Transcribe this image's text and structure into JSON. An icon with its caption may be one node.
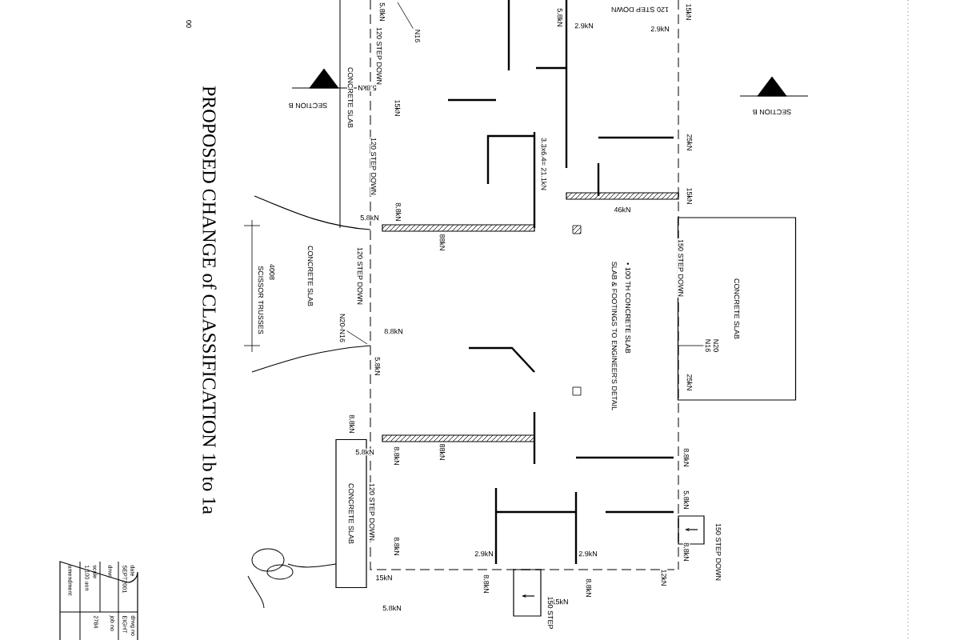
{
  "diagram": {
    "title": "PROPOSED CHANGE of CLASSIFICATION 1b to 1a",
    "nodes": [
      {
        "text": [
          "CONCRETE SLAB"
        ]
      },
      {
        "text": [
          "CONCRETE SLAB"
        ]
      },
      {
        "text": [
          "N20",
          "N16"
        ],
        "in": 0
      },
      {
        "text": [
          "N20-N16"
        ]
      },
      {
        "text": [
          "N16"
        ]
      }
    ],
    "edges": [
      {
        "from": 2,
        "to": 0,
        "arrow": "none"
      },
      {
        "from": 3,
        "to": null,
        "arrow": "none"
      },
      {
        "from": 4,
        "to": null,
        "arrow": "none"
      }
    ],
    "labels": [
      "00",
      "5.8kN",
      "120 STEP DOWN",
      "CONCRETE SLAB",
      "SECTION B",
      "5.8kN",
      "15kN",
      "120 STEP DOWN",
      "5.8kN",
      "8.8kN",
      "88kN",
      "120 STEP DOWN",
      "CONCRETE SLAB",
      "4008",
      "SCISSOR TRUSSES",
      "8.8kN",
      "5.8kN",
      "8.8kN",
      "5.8kN",
      "8.8kN",
      "88kN",
      "120 STEP DOWN",
      "8.8kN",
      "15kN",
      "5.8kN",
      "2.9kN",
      "8.8kN",
      "3.3x6.4= 21.1kN",
      "5.8kN",
      "2.9kN",
      "120 STEP DOWN",
      "2.9kN",
      "15kN",
      "SECTION B",
      "25kN",
      "46kN",
      "15kN",
      "150 STEP DOWN",
      "• 100 TH CONCRETE SLAB",
      "SLAB & FOOTINGS TO ENGINEER'S DETAIL",
      "25kN",
      "8.8kN",
      "5.8kN",
      "150 STEP DOWN",
      "8.8kN",
      "12kN",
      "2.9kN",
      "8.8kN",
      "15kN",
      "150 STEP",
      "date",
      "SEPT2001",
      "drwn",
      "scale",
      "1:100 uon",
      "amendment",
      "drwg no",
      "EIGHT",
      "job no",
      "2784"
    ]
  }
}
